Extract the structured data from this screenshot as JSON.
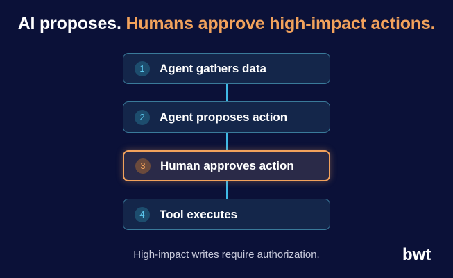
{
  "title": {
    "part1": "AI proposes. ",
    "part2": "Humans approve high-impact actions."
  },
  "steps": [
    {
      "number": "1",
      "label": "Agent gathers data"
    },
    {
      "number": "2",
      "label": "Agent proposes action"
    },
    {
      "number": "3",
      "label": "Human approves action"
    },
    {
      "number": "4",
      "label": "Tool executes"
    }
  ],
  "footer": "High-impact writes require authorization.",
  "logo": {
    "text": "bwt"
  },
  "colors": {
    "background": "#0b1138",
    "accent": "#f2a25c",
    "connector": "#3fb9e6",
    "step_border": "#3a7a9a"
  }
}
